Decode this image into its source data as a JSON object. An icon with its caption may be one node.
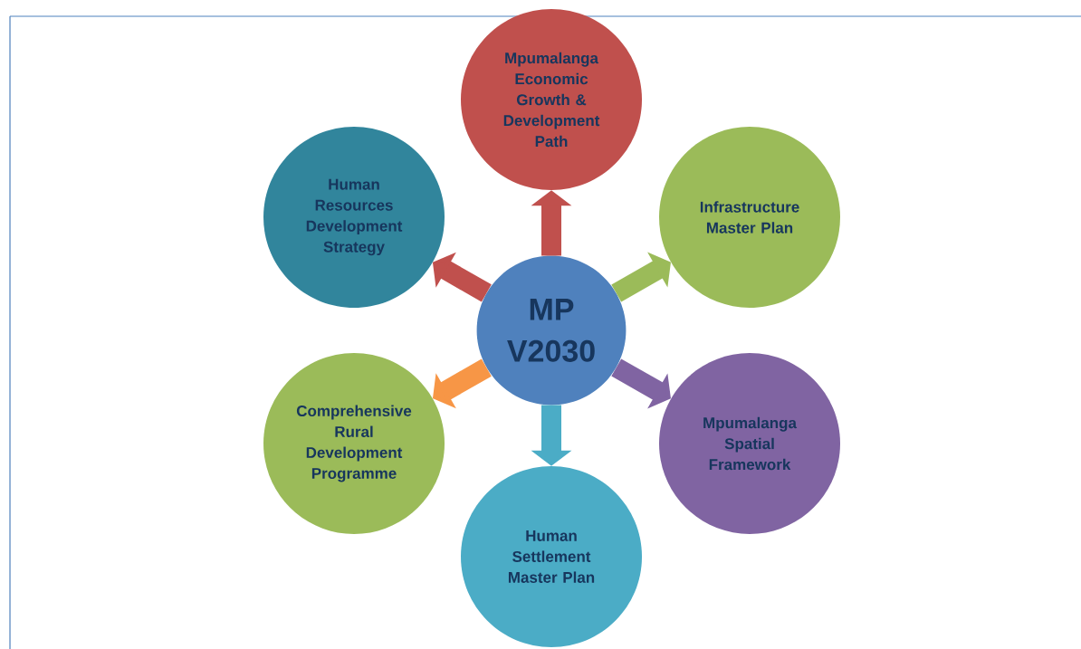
{
  "diagram": {
    "nodes": [
      {
        "text": [
          "MP V2030"
        ]
      },
      {
        "text": [
          "Mpumalanga Economic Growth & Development Path"
        ]
      },
      {
        "text": [
          "Infrastructure Master Plan"
        ]
      },
      {
        "text": [
          "Mpumalanga Spatial Framework"
        ]
      },
      {
        "text": [
          "Human Settlement Master Plan"
        ]
      },
      {
        "text": [
          "Comprehensive Rural Development Programme"
        ]
      },
      {
        "text": [
          "Human Resources Development Strategy"
        ]
      }
    ],
    "edges": [
      {
        "from": 0,
        "to": 1,
        "arrow": "to",
        "color": "#c0504d"
      },
      {
        "from": 0,
        "to": 2,
        "arrow": "to",
        "color": "#9bbb59"
      },
      {
        "from": 0,
        "to": 3,
        "arrow": "to",
        "color": "#8064a2"
      },
      {
        "from": 0,
        "to": 4,
        "arrow": "to",
        "color": "#4bacc6"
      },
      {
        "from": 0,
        "to": 5,
        "arrow": "to",
        "color": "#f79646"
      },
      {
        "from": 0,
        "to": 6,
        "arrow": "to",
        "color": "#c0504d"
      }
    ]
  }
}
